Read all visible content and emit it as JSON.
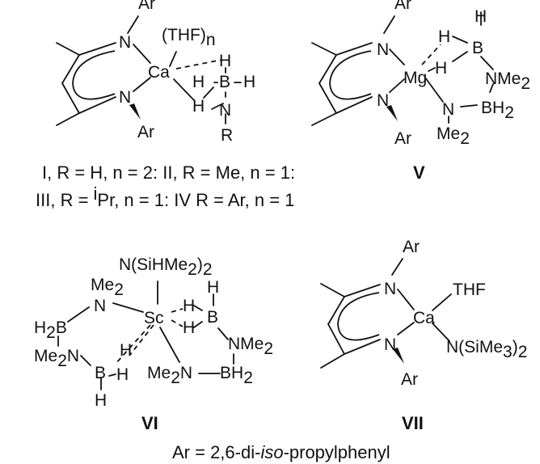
{
  "atoms": {
    "ar": "Ar",
    "n": "N",
    "ca": "Ca",
    "mg": "Mg",
    "sc": "Sc",
    "b": "B",
    "h": "H",
    "r": "R",
    "thf_n_base": "(THF)",
    "thf_n_sub": "n",
    "thf": "THF",
    "nme2": "NMe",
    "me2_prefix": "Me",
    "bh2": "BH",
    "h2b_h": "H",
    "h2b_b": "B",
    "sub_2": "2",
    "nsihme2": "N(SiHMe",
    "nsihme2_close": ")",
    "nsime3": "N(SiMe",
    "nsime3_close": ")",
    "sub_3": "3"
  },
  "labels": {
    "line1": {
      "I": "I",
      "t1": ", R = H, n = 2: ",
      "II": "II",
      "t2": ", R = Me, n = 1:"
    },
    "line2": {
      "III": "III",
      "t1": ", R = ",
      "sup_i": "i",
      "t2": "Pr, n = 1: ",
      "IV": "IV",
      "t3": " R = Ar, n = 1"
    },
    "V": "V",
    "VI": "VI",
    "VII": "VII",
    "footer": {
      "pre": "Ar = 2,6-di-",
      "italic": "iso",
      "post": "-propylphenyl"
    }
  }
}
